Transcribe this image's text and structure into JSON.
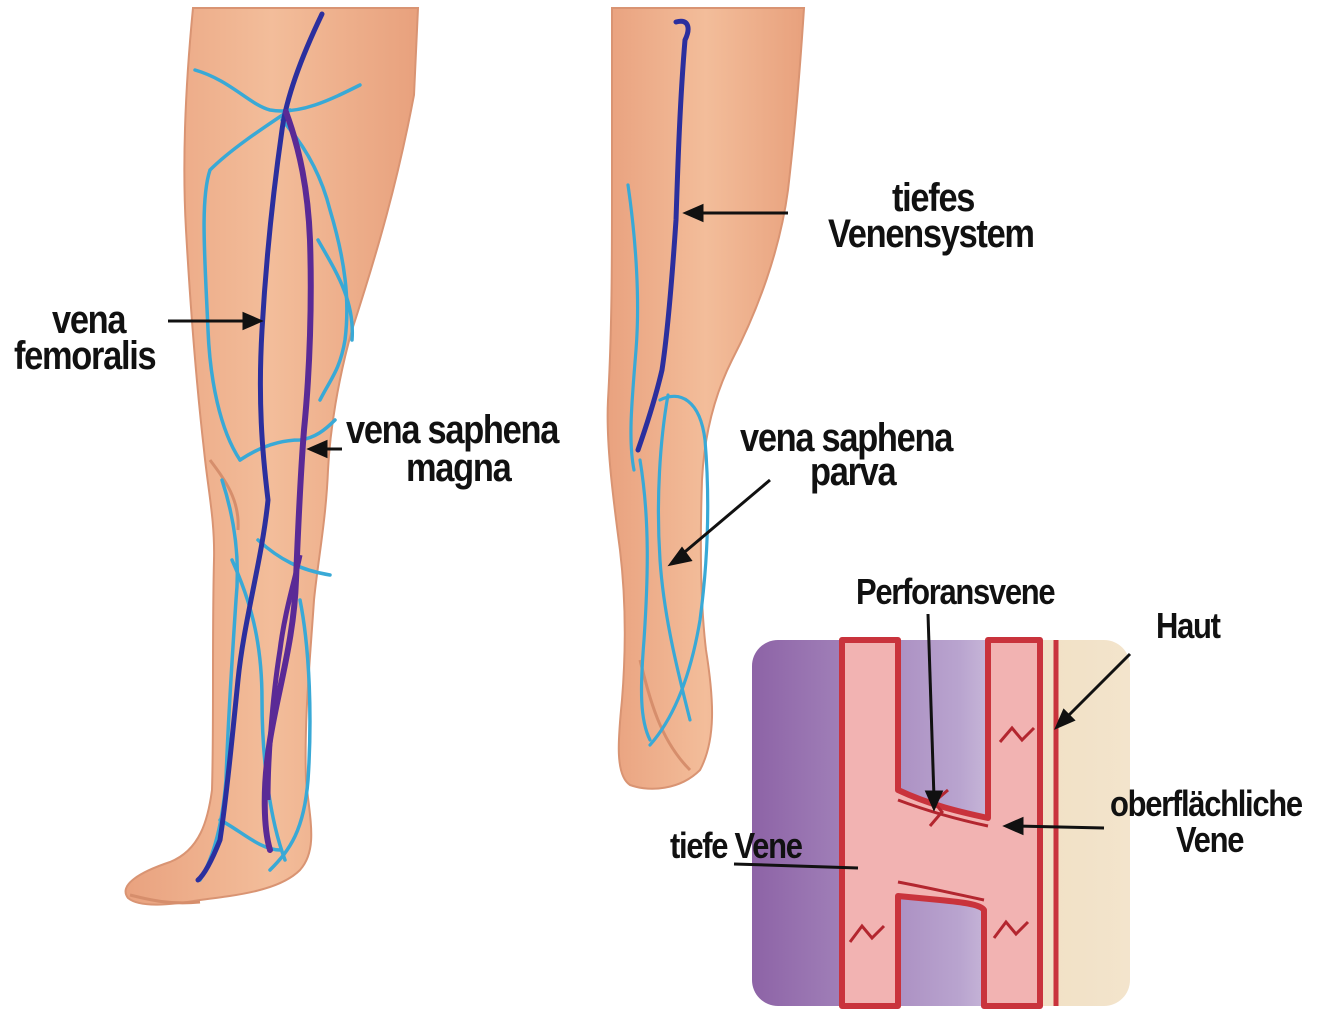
{
  "labels": {
    "vena_femoralis_1": "vena",
    "vena_femoralis_2": "femoralis",
    "vena_saphena_magna_1": "vena saphena",
    "vena_saphena_magna_2": "magna",
    "tiefes_venensystem_1": "tiefes",
    "tiefes_venensystem_2": "Venensystem",
    "vena_saphena_parva_1": "vena saphena",
    "vena_saphena_parva_2": "parva",
    "perforansvene": "Perforansvene",
    "haut": "Haut",
    "tiefe_vene": "tiefe Vene",
    "oberflaechliche_vene_1": "oberflächliche",
    "oberflaechliche_vene_2": "Vene"
  },
  "colors": {
    "skin": "#f0b793",
    "skin_shadow": "#e49c77",
    "deep_vein": "#2b2f9e",
    "great_saphenous": "#5a2a96",
    "superficial_veins": "#39a9d6",
    "inset_purple": "#9a78b2",
    "inset_skin": "#f1dfc2",
    "vein_wall": "#c9333c",
    "vein_lumen": "#f2b3b2"
  }
}
